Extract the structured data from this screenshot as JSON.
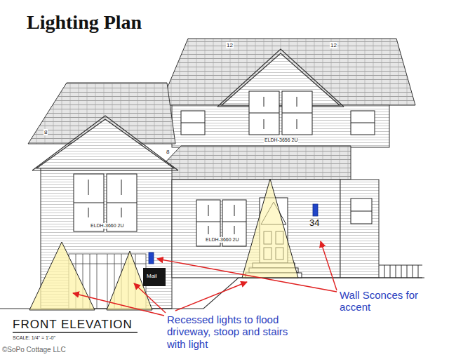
{
  "diagram": {
    "title": "Lighting Plan",
    "labels": [
      "12",
      "12",
      "8",
      "8",
      "ELDH-3656 2U",
      "ELDH-3660 2U",
      "ELDH-3660 2U",
      "34",
      "Mail",
      "Wall Sconces for accent",
      "Recessed lights to flood driveway, stoop and stairs with light",
      "FRONT ELEVATION",
      "SCALE: 1/4\" = 1'-0\"",
      "©SoPo Cottage LLC"
    ]
  }
}
